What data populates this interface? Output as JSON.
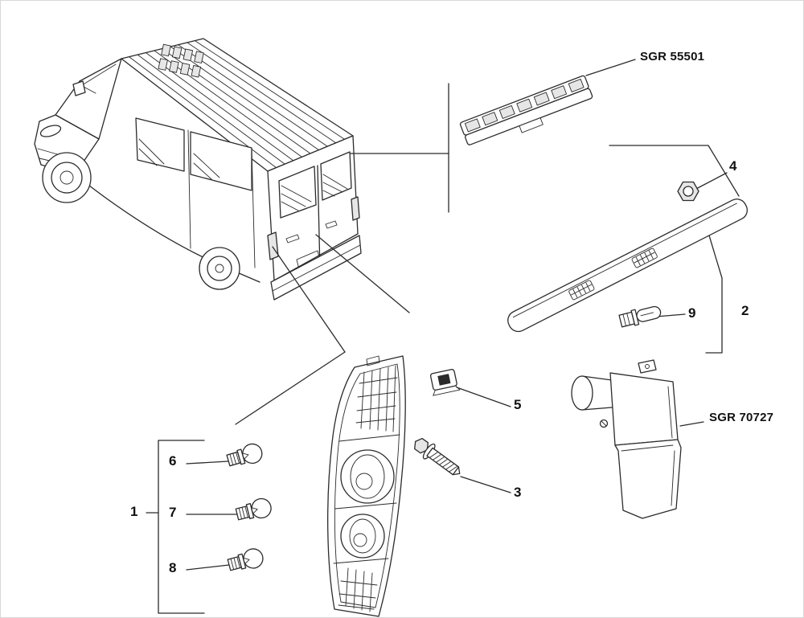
{
  "diagram": {
    "labels": {
      "sgr_55501": "SGR 55501",
      "sgr_70727": "SGR 70727",
      "part_1": "1",
      "part_2": "2",
      "part_3": "3",
      "part_4": "4",
      "part_5": "5",
      "part_6": "6",
      "part_7": "7",
      "part_8": "8",
      "part_9": "9"
    },
    "colors": {
      "line": "#2b2b2b",
      "background": "#ffffff",
      "text": "#111111",
      "shade": "#e6e6e6"
    }
  }
}
